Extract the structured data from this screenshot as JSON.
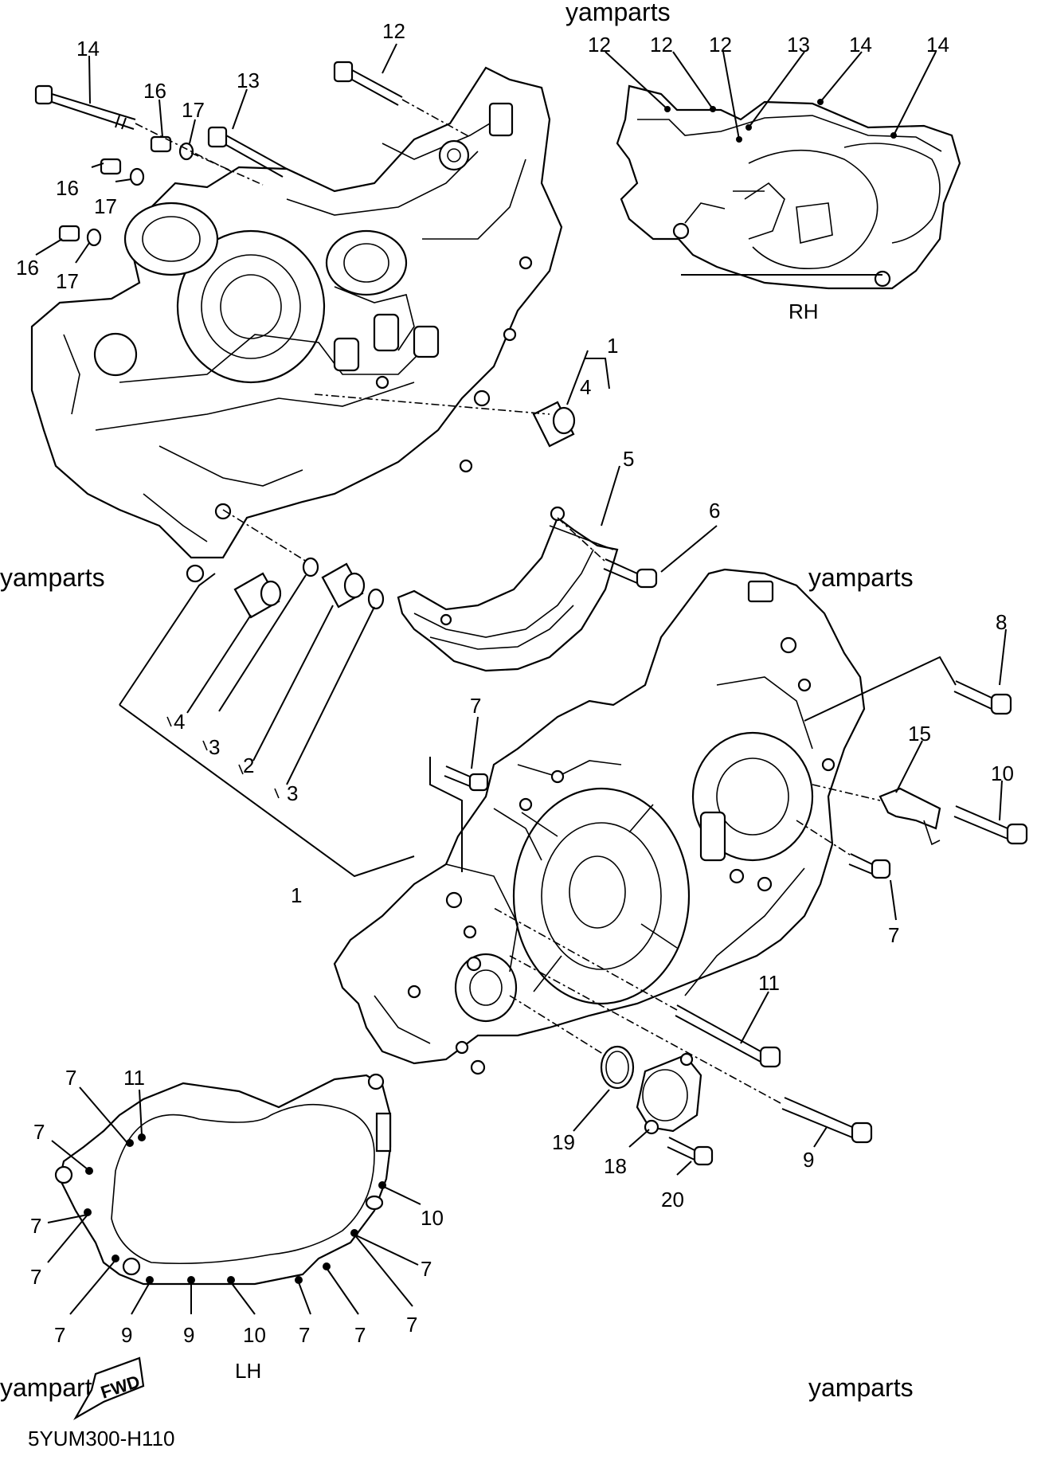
{
  "watermark": "yamparts",
  "diagram_code": "5YUM300-H110",
  "views": {
    "rh": "RH",
    "lh": "LH",
    "fwd": "FWD"
  },
  "callouts": {
    "c_14a": "14",
    "c_16a": "16",
    "c_17a": "17",
    "c_13a": "13",
    "c_12a": "12",
    "c_16b": "16",
    "c_17b": "17",
    "c_16c": "16",
    "c_17c": "17",
    "rh_12a": "12",
    "rh_12b": "12",
    "rh_12c": "12",
    "rh_13": "13",
    "rh_14a": "14",
    "rh_14b": "14",
    "c_1a": "1",
    "c_4a": "4",
    "c_5": "5",
    "c_6": "6",
    "c_4b": "4",
    "c_3a": "3",
    "c_2": "2",
    "c_3b": "3",
    "c_1b": "1",
    "c_7a": "7",
    "c_8": "8",
    "c_15": "15",
    "c_10a": "10",
    "c_7b": "7",
    "c_11a": "11",
    "c_9a": "9",
    "c_19": "19",
    "c_18": "18",
    "c_20": "20",
    "lh_7a": "7",
    "lh_11": "11",
    "lh_7b": "7",
    "lh_7c": "7",
    "lh_7d": "7",
    "lh_10a": "10",
    "lh_7e": "7",
    "lh_7f": "7",
    "lh_7g": "7",
    "lh_9a": "9",
    "lh_9b": "9",
    "lh_10b": "10",
    "lh_7h": "7",
    "lh_7i": "7"
  }
}
